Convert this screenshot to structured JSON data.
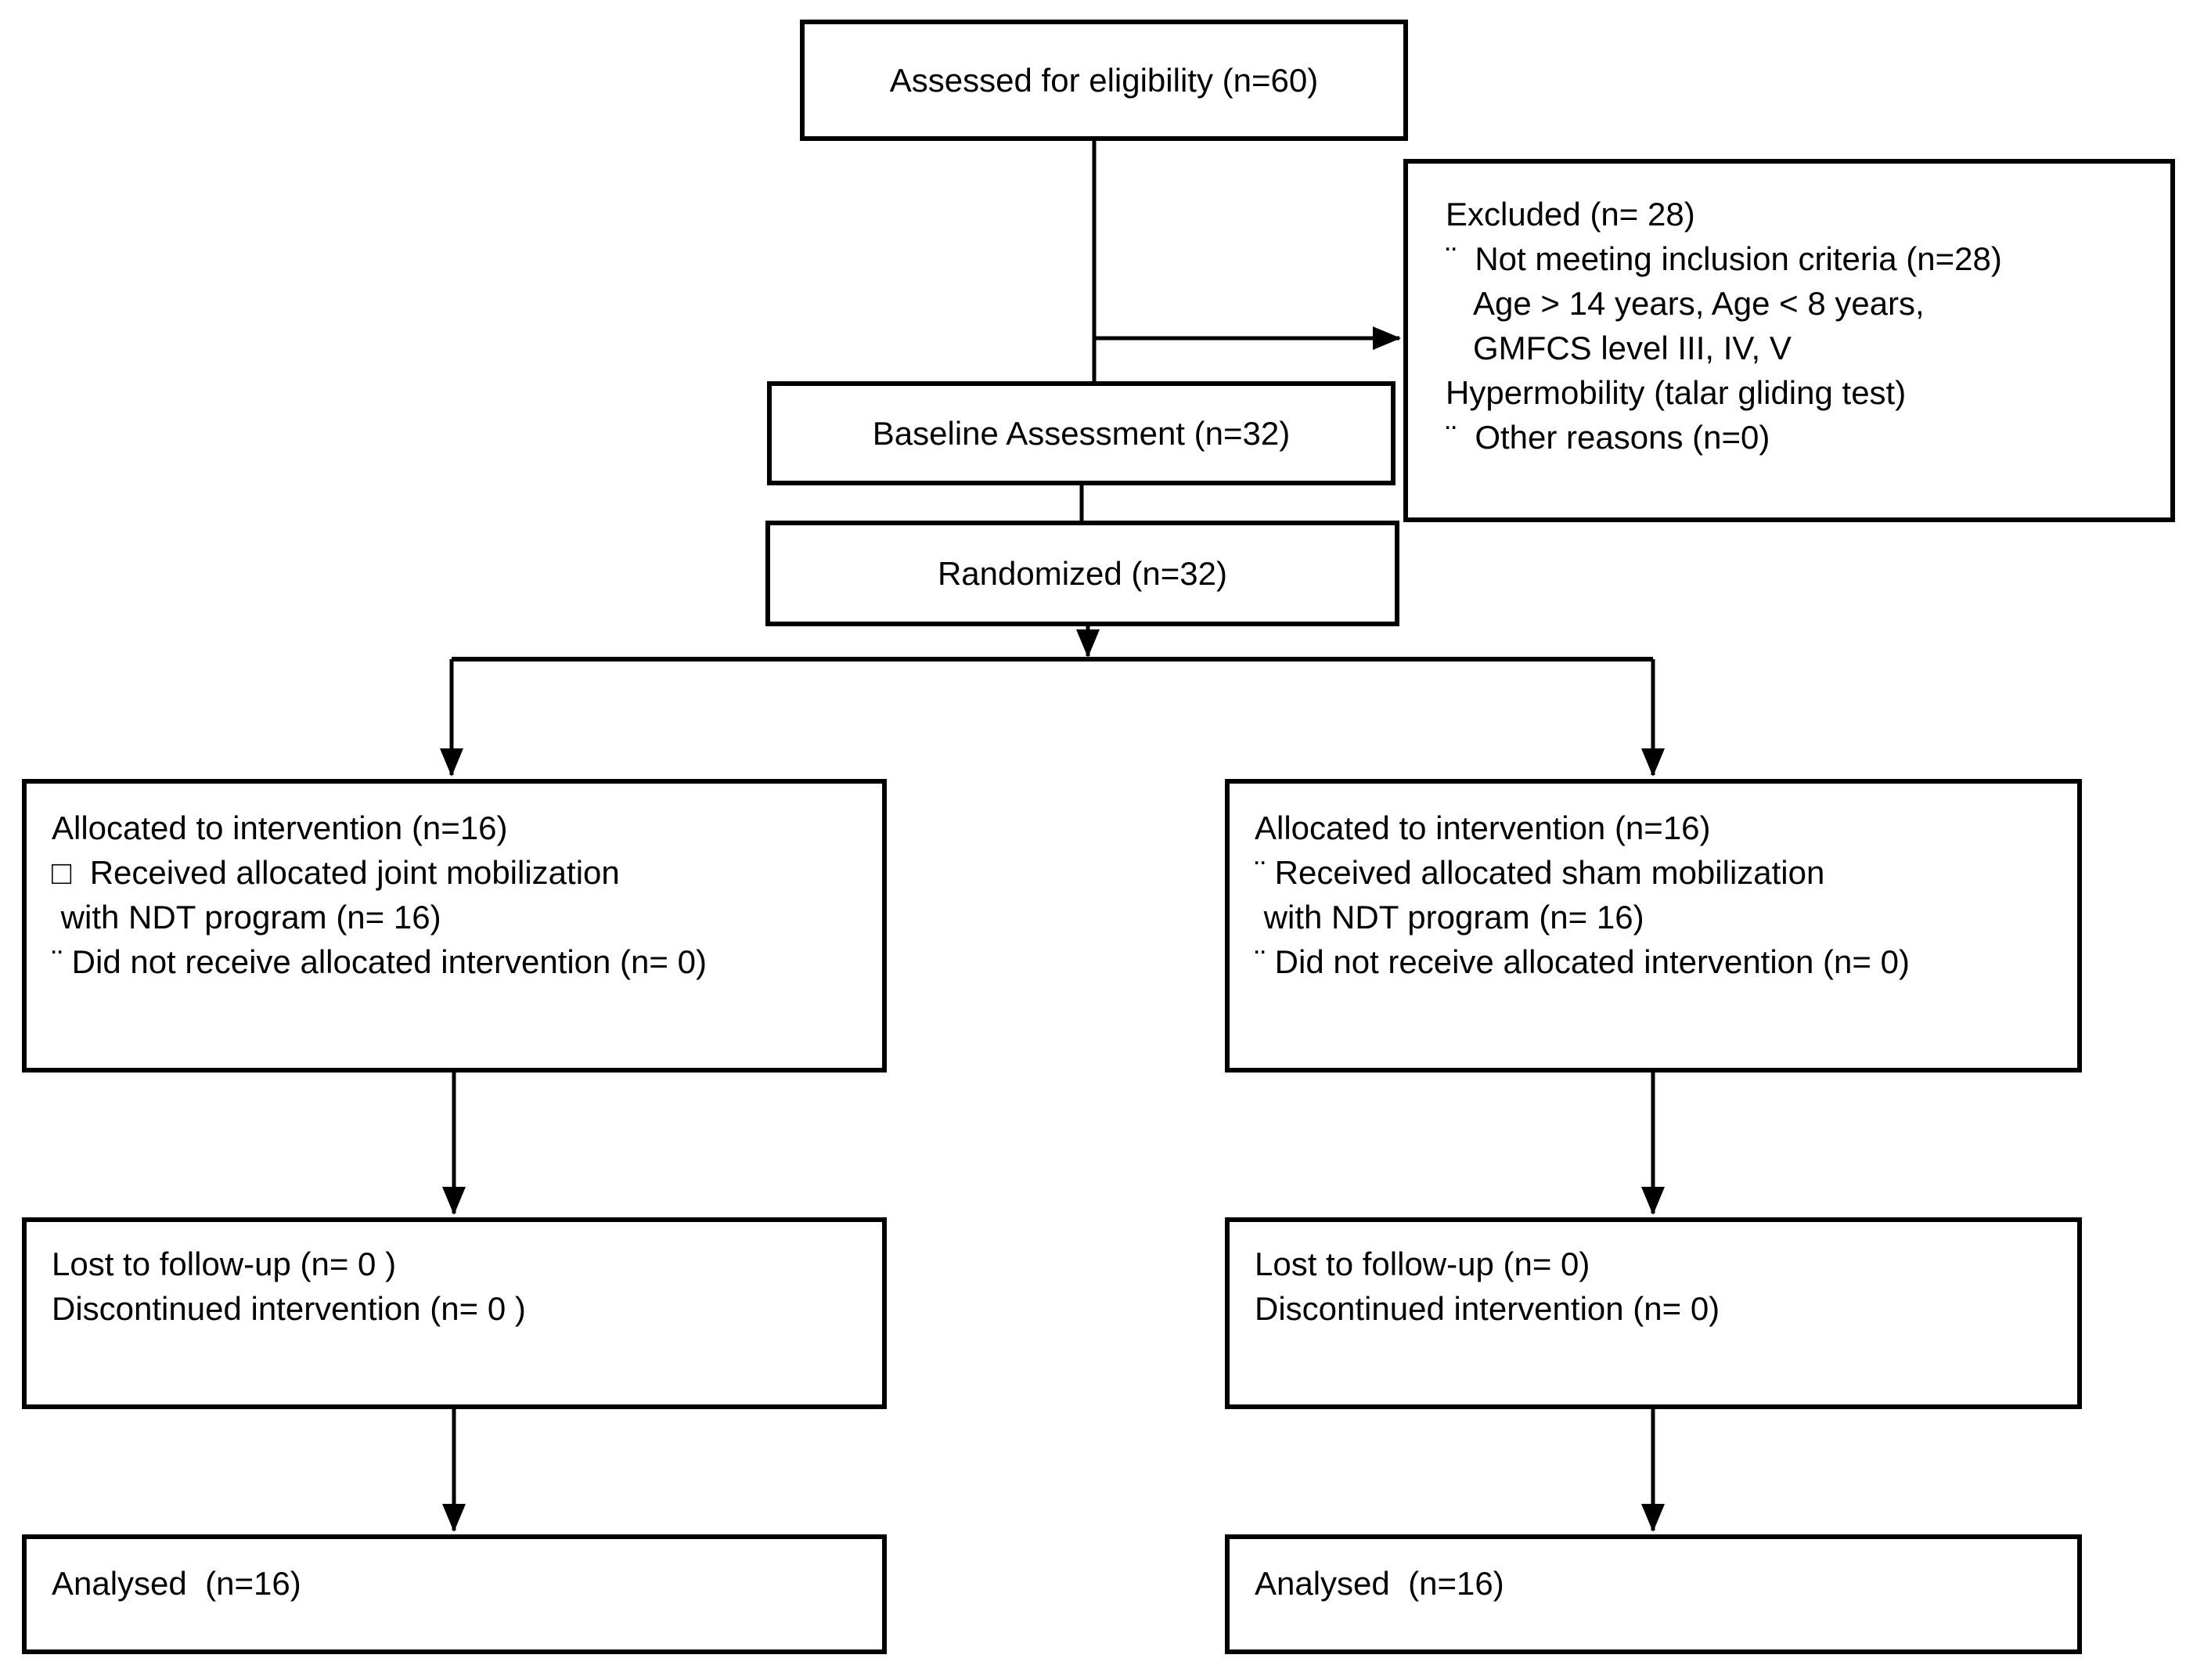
{
  "diagram": {
    "type": "consort-flow",
    "colors": {
      "background": "#ffffff",
      "line": "#000000",
      "text": "#000000",
      "box_fill": "#ffffff"
    },
    "boxes": {
      "assessed": {
        "label": "Assessed for eligibility (n=60)"
      },
      "excluded": {
        "lines": [
          "Excluded (n= 28)",
          "¨  Not meeting inclusion criteria (n=28)",
          "   Age > 14 years, Age < 8 years,",
          "   GMFCS level III, IV, V",
          "Hypermobility (talar gliding test)",
          "¨  Other reasons (n=0)"
        ]
      },
      "baseline": {
        "label": "Baseline Assessment (n=32)"
      },
      "randomized": {
        "label": "Randomized (n=32)"
      },
      "allocation_left": {
        "lines": [
          "Allocated to intervention (n=16)",
          "□  Received allocated joint mobilization",
          " with NDT program (n= 16)",
          "¨ Did not receive allocated intervention (n= 0)"
        ]
      },
      "allocation_right": {
        "lines": [
          "Allocated to intervention (n=16)",
          "¨ Received allocated sham mobilization",
          " with NDT program (n= 16)",
          "¨ Did not receive allocated intervention (n= 0)"
        ]
      },
      "followup_left": {
        "lines": [
          "Lost to follow-up (n= 0 )",
          "Discontinued intervention (n= 0 )"
        ]
      },
      "followup_right": {
        "lines": [
          "Lost to follow-up (n= 0)",
          "Discontinued intervention (n= 0)"
        ]
      },
      "analysed_left": {
        "label": "Analysed  (n=16)"
      },
      "analysed_right": {
        "label": "Analysed  (n=16)"
      }
    }
  }
}
